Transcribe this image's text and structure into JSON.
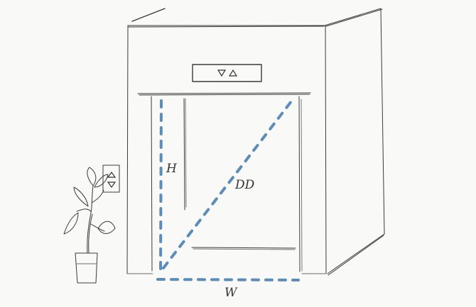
{
  "labels": {
    "height": "H",
    "width": "W",
    "diagonal": "DD"
  },
  "colors": {
    "background": "#f9f9f7",
    "sketch_line": "#3a3a3a",
    "dimension_line": "#5b8cba"
  },
  "icons": {
    "indicator": "up-down-arrows-icon",
    "call_button": "call-button-icon",
    "plant": "potted-plant-icon"
  }
}
